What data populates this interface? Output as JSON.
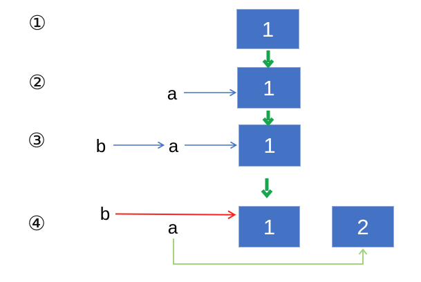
{
  "diagram": {
    "background_color": "#FFFFFF",
    "step_markers": {
      "step1": "①",
      "step2": "②",
      "step3": "③",
      "step4": "④"
    },
    "boxes": {
      "row1": "1",
      "row2": "1",
      "row3": "1",
      "row4_left": "1",
      "row4_right": "2"
    },
    "labels": {
      "row2_a": "a",
      "row3_b": "b",
      "row3_a": "a",
      "row4_b": "b",
      "row4_a": "a"
    },
    "colors": {
      "box_fill": "#4472C4",
      "box_text": "#FFFFFF",
      "flow_arrow_green": "#17A54D",
      "pointer_arrow_blue": "#4472C4",
      "pointer_arrow_red": "#FA231B",
      "elbow_connector_green": "#A3D37E",
      "label_text": "#000000"
    },
    "icons": {
      "flow_arrow": "thick-down-arrow-icon",
      "blue_pointer": "thin-right-arrow-icon",
      "red_pointer": "thin-right-arrow-icon",
      "elbow_connector": "elbow-up-arrow-icon"
    }
  }
}
